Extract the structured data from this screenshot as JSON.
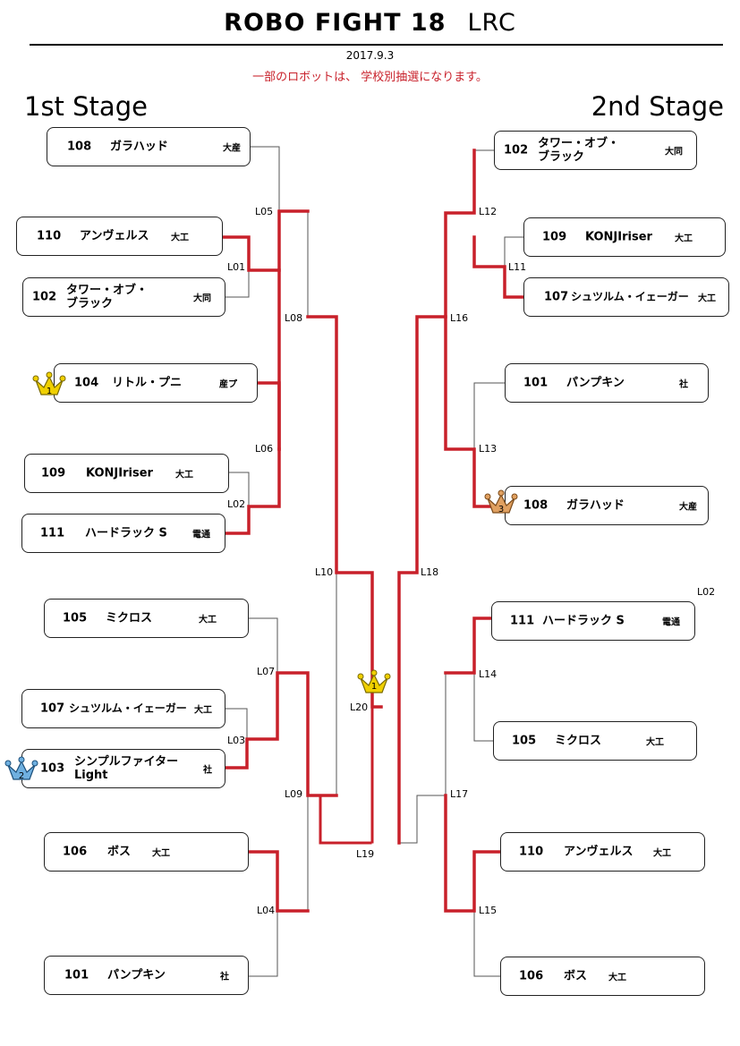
{
  "header": {
    "title": "ROBO FIGHT 18",
    "subtitle": "LRC",
    "date": "2017.9.3",
    "notice": "一部のロボットは、 学校別抽選になります。"
  },
  "stages": {
    "left": "1st Stage",
    "right": "2nd Stage"
  },
  "colors": {
    "winner": "#c8202a",
    "line": "#555555",
    "gold": "#f0d000",
    "silver": "#6fb0e0",
    "bronze": "#e0a060"
  },
  "teams_left": [
    {
      "num": "108",
      "name": "ガラハッド",
      "school": "大産"
    },
    {
      "num": "110",
      "name": "アンヴェルス",
      "school": "大工"
    },
    {
      "num": "102",
      "name": "タワー・オブ・\nブラック",
      "school": "大同"
    },
    {
      "num": "104",
      "name": "リトル・プニ",
      "school": "産プ"
    },
    {
      "num": "109",
      "name": "KONJIriser",
      "school": "大工"
    },
    {
      "num": "111",
      "name": "ハードラック S",
      "school": "電通"
    },
    {
      "num": "105",
      "name": "ミクロス",
      "school": "大工"
    },
    {
      "num": "107",
      "name": "シュツルム・イェーガー",
      "school": "大工"
    },
    {
      "num": "103",
      "name": "シンプルファイター\nLight",
      "school": "社"
    },
    {
      "num": "106",
      "name": "ボス",
      "school": "大工"
    },
    {
      "num": "101",
      "name": "パンプキン",
      "school": "社"
    }
  ],
  "teams_right": [
    {
      "num": "102",
      "name": "タワー・オブ・\nブラック",
      "school": "大同"
    },
    {
      "num": "109",
      "name": "KONJIriser",
      "school": "大工"
    },
    {
      "num": "107",
      "name": "シュツルム・イェーガー",
      "school": "大工"
    },
    {
      "num": "101",
      "name": "パンプキン",
      "school": "社"
    },
    {
      "num": "108",
      "name": "ガラハッド",
      "school": "大産"
    },
    {
      "num": "111",
      "name": "ハードラック S",
      "school": "電通"
    },
    {
      "num": "105",
      "name": "ミクロス",
      "school": "大工"
    },
    {
      "num": "110",
      "name": "アンヴェルス",
      "school": "大工"
    },
    {
      "num": "106",
      "name": "ボス",
      "school": "大工"
    }
  ],
  "matches": [
    "L01",
    "L02",
    "L03",
    "L04",
    "L05",
    "L06",
    "L07",
    "L08",
    "L09",
    "L10",
    "L11",
    "L12",
    "L13",
    "L14",
    "L15",
    "L16",
    "L17",
    "L18",
    "L19",
    "L20",
    "L02"
  ],
  "crowns": [
    {
      "rank": "1",
      "color": "gold"
    },
    {
      "rank": "2",
      "color": "silver"
    },
    {
      "rank": "3",
      "color": "bronze"
    },
    {
      "rank": "1",
      "color": "gold"
    }
  ]
}
